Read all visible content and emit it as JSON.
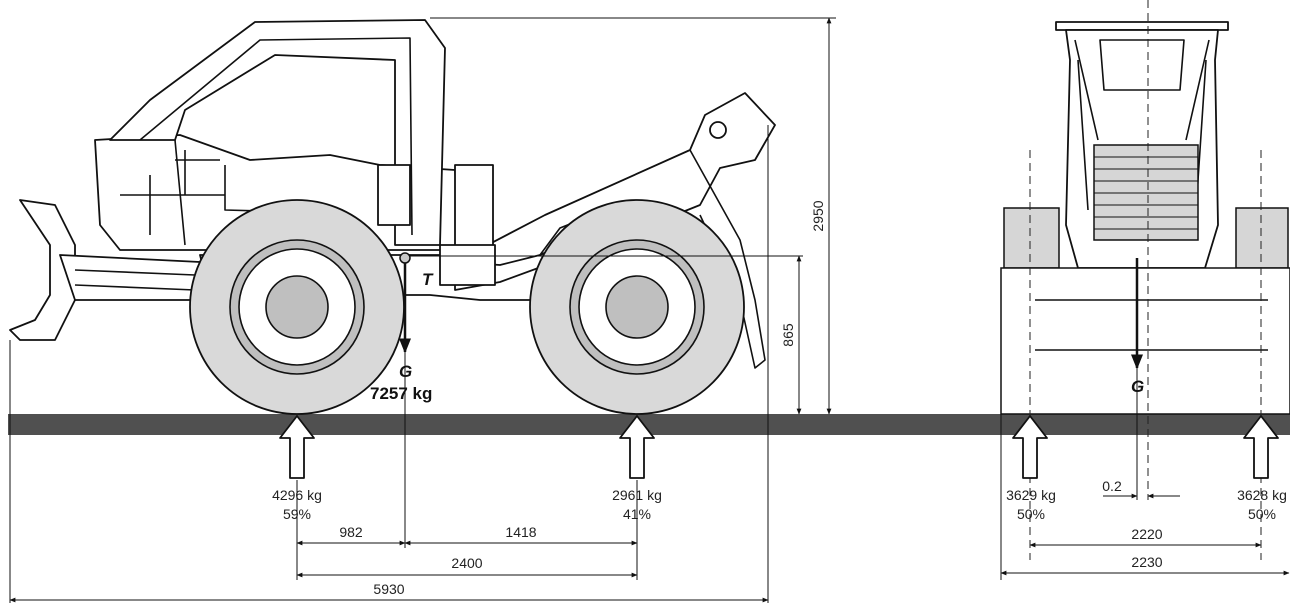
{
  "colors": {
    "ground": "#505050",
    "tire": "#d9d9d9",
    "hub": "#bfbfbf",
    "block": "#d6d6d6",
    "ink": "#111111"
  },
  "side_view": {
    "gravity_arrow_label": "G",
    "weight_label": "7257 kg",
    "center_of_gravity_label": "T",
    "front_axle_load": {
      "kg": "4296 kg",
      "percent": "59%"
    },
    "rear_axle_load": {
      "kg": "2961 kg",
      "percent": "41%"
    },
    "dimensions": {
      "front_to_cg": "982",
      "cg_to_rear": "1418",
      "wheelbase": "2400",
      "overall_length": "5930",
      "overall_height": "2950",
      "cg_height": "865"
    }
  },
  "rear_view": {
    "gravity_arrow_label": "G",
    "left_wheel_load": {
      "kg": "3629 kg",
      "percent": "50%"
    },
    "right_wheel_load": {
      "kg": "3628 kg",
      "percent": "50%"
    },
    "dimensions": {
      "cg_offset": "0.2",
      "track_width": "2220",
      "overall_width": "2230"
    }
  }
}
